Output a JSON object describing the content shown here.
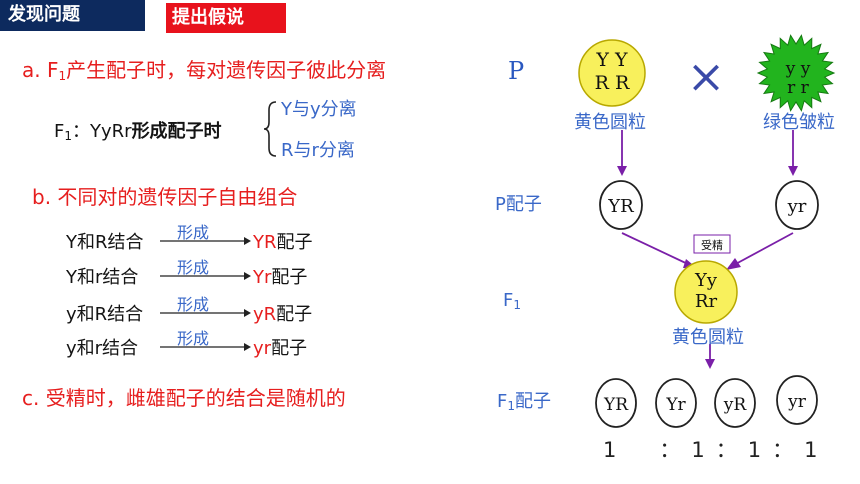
{
  "tabs": {
    "discover": "发现问题",
    "hypothesis": "提出假说"
  },
  "left": {
    "point_a": {
      "prefix": "a. F",
      "sub": "1",
      "text": "产生配子时，每对遗传因子彼此分离"
    },
    "f1_label": {
      "prefix": "F",
      "sub": "1",
      "mid": "：YyRr",
      "bold": "形成配子时"
    },
    "brace_lines": [
      "Y与y分离",
      "R与r分离"
    ],
    "point_b": "b. 不同对的遗传因子自由组合",
    "combos": [
      {
        "left": "Y和R结合",
        "arrow": "形成",
        "result_red": "YR",
        "result_rest": "配子"
      },
      {
        "left": "Y和r结合",
        "arrow": "形成",
        "result_red": "Yr",
        "result_rest": "配子"
      },
      {
        "left": "y和R结合",
        "arrow": "形成",
        "result_red": "yR",
        "result_rest": "配子"
      },
      {
        "left": "y和r结合",
        "arrow": "形成",
        "result_red": "yr",
        "result_rest": "配子"
      }
    ],
    "point_c": "c. 受精时，雌雄配子的结合是随机的"
  },
  "right": {
    "p_label": "P",
    "cross": "×",
    "parent_yellow": {
      "line1": "Y Y",
      "line2": "R R",
      "caption": "黄色圆粒"
    },
    "parent_green": {
      "line1": "y y",
      "line2": "r r",
      "caption": "绿色皱粒"
    },
    "gamete_label": "P配子",
    "p_gametes": [
      "YR",
      "yr"
    ],
    "fert_label": "受精",
    "f1_row_label": {
      "prefix": "F",
      "sub": "1"
    },
    "f1": {
      "line1": "Yy",
      "line2": "Rr",
      "caption": "黄色圆粒"
    },
    "f1_gamete_label": {
      "prefix": "F",
      "sub": "1",
      "suffix": "配子"
    },
    "f1_gametes": [
      "YR",
      "Yr",
      "yR",
      "yr"
    ],
    "ratio": "1　：1：1：1"
  },
  "colors": {
    "navy": "#0d2a5e",
    "red": "#e8121c",
    "blue": "#3a68c8",
    "purple": "#7a1fa8",
    "yellow": "#f8f05c",
    "green": "#22b41e"
  }
}
